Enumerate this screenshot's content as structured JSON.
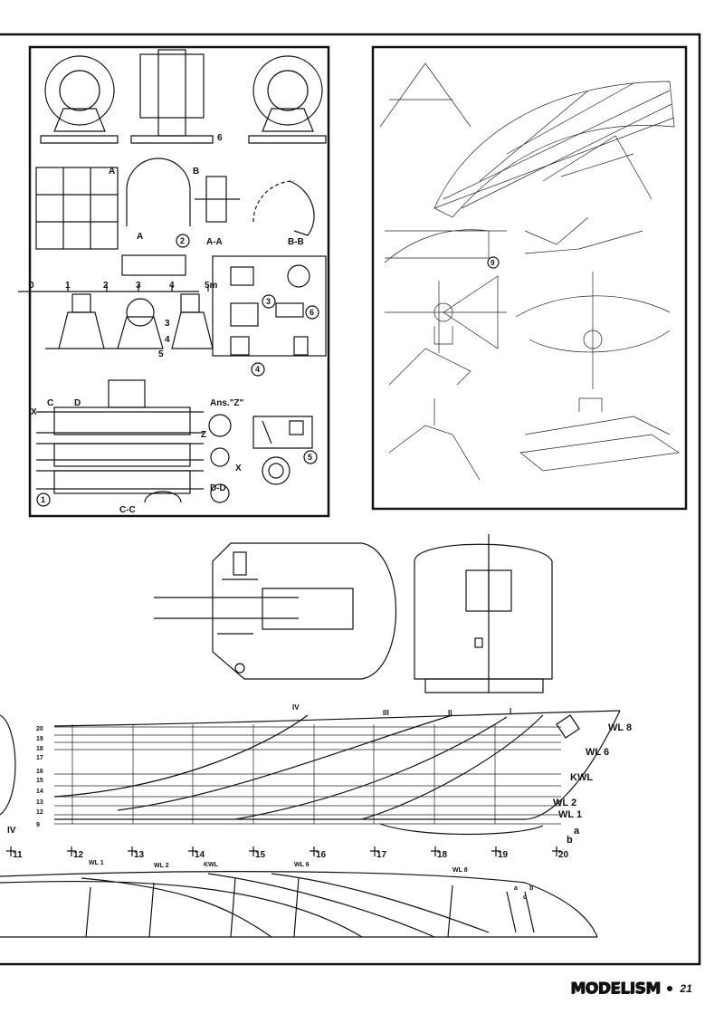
{
  "weapons_panel": {
    "labels": {
      "a": "A",
      "b": "B",
      "aa": "A-A",
      "bb": "B-B",
      "cc": "C-C",
      "dd": "D-D",
      "c": "C",
      "d": "D",
      "x": "X",
      "z": "Z",
      "ans_z": "Ans.\"Z\""
    },
    "scale": [
      "0",
      "1",
      "2",
      "3",
      "4",
      "5m"
    ],
    "callouts": [
      "1",
      "2",
      "3",
      "4",
      "5",
      "6"
    ],
    "part_numbers": [
      "3",
      "4",
      "5",
      "6"
    ]
  },
  "radar_panel": {
    "callout": "9"
  },
  "hull_lines": {
    "sections": [
      "IV",
      "III",
      "II",
      "I"
    ],
    "waterline_numbers": [
      "20",
      "19",
      "18",
      "17",
      "16",
      "15",
      "14",
      "13",
      "12",
      "9"
    ],
    "left_section": "IV",
    "waterlines_profile": [
      "WL 8",
      "WL 6",
      "KWL",
      "WL 2",
      "WL 1"
    ],
    "points": [
      "a",
      "b"
    ],
    "stations": [
      "11",
      "12",
      "13",
      "14",
      "15",
      "16",
      "17",
      "18",
      "19",
      "20"
    ],
    "waterlines_plan": [
      "WL 1",
      "WL 2",
      "KWL",
      "WL 6",
      "WL 8"
    ],
    "plan_points": [
      "a",
      "b",
      "c"
    ]
  },
  "footer": {
    "magazine": "MODELISM",
    "page": "21"
  }
}
